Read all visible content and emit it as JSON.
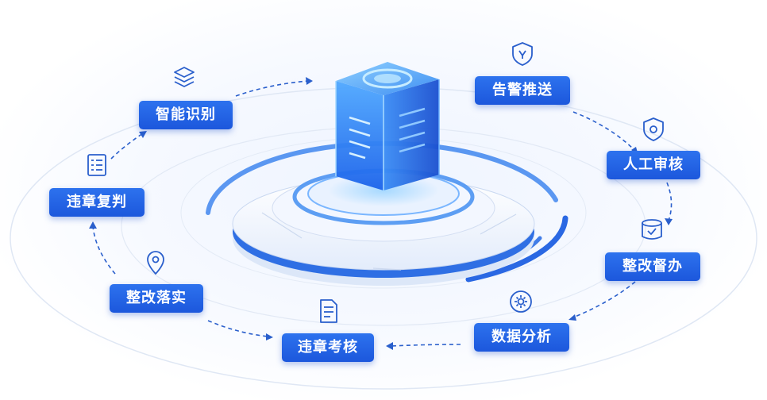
{
  "nodes": {
    "smart_recognition": "智能识别",
    "alert_push": "告警推送",
    "manual_review": "人工审核",
    "rectify_supervise": "整改督办",
    "data_analysis": "数据分析",
    "violation_assess": "违章考核",
    "rectify_implement": "整改落实",
    "violation_rejudge": "违章复判"
  },
  "icons": {
    "smart_recognition": "layers-icon",
    "alert_push": "shield-alert-icon",
    "manual_review": "shield-check-icon",
    "rectify_supervise": "database-check-icon",
    "data_analysis": "gear-icon",
    "violation_assess": "document-icon",
    "rectify_implement": "location-pin-icon",
    "violation_rejudge": "form-icon"
  },
  "colors": {
    "accent": "#1f5fe0",
    "accent_light": "#4aa8ff",
    "ring": "#d7e2f3"
  }
}
